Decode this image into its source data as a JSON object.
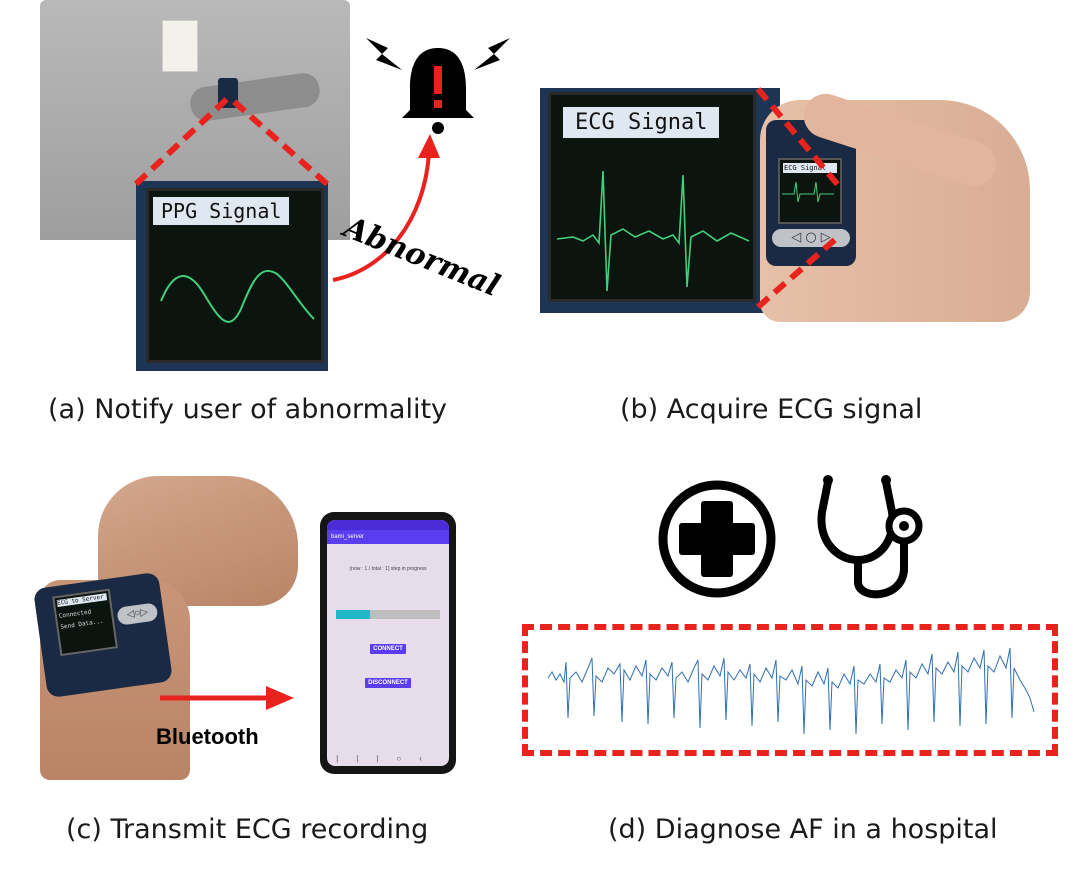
{
  "panels": {
    "a": {
      "caption": "(a) Notify user of abnormality",
      "screen_label": "PPG Signal",
      "arrow_label": "Abnormal",
      "icons": [
        "alarm-bell-icon",
        "lightning-icon"
      ]
    },
    "b": {
      "caption": "(b) Acquire ECG signal",
      "screen_label": "ECG Signal",
      "watch_label": "ECG Signal"
    },
    "c": {
      "caption": "(c) Transmit ECG recording",
      "link_label": "Bluetooth",
      "watch_lines": [
        "ECG to Server",
        "Connected",
        "Send Data..."
      ],
      "phone": {
        "app_title": "bami_server",
        "progress_text": "(now : 1 / total : 1) step in progress",
        "progress": 0.33,
        "connect_label": "CONNECT",
        "disconnect_label": "DISCONNECT"
      }
    },
    "d": {
      "caption": "(d) Diagnose AF in a hospital",
      "icons": [
        "medical-cross-icon",
        "stethoscope-icon"
      ]
    }
  },
  "colors": {
    "accent_red": "#e8231d",
    "ecg_green": "#3fd17a",
    "ecg_blue": "#2f6fb1",
    "phone_accent": "#5b3df0",
    "progress_fill": "#1fb8c8"
  }
}
